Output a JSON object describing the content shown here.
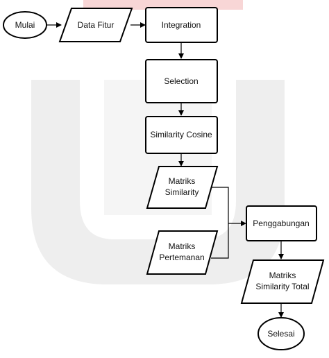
{
  "diagram": {
    "nodes": {
      "mulai": "Mulai",
      "data_fitur": "Data Fitur",
      "integration": "Integration",
      "selection": "Selection",
      "similarity_cosine": "Similarity Cosine",
      "matriks_similarity": [
        "Matriks",
        "Similarity"
      ],
      "matriks_pertemanan": [
        "Matriks",
        "Pertemanan"
      ],
      "penggabungan": "Penggabungan",
      "matriks_similarity_total": [
        "Matriks",
        "Similarity Total"
      ],
      "selesai": "Selesai"
    },
    "colors": {
      "stroke": "#000000",
      "fill": "#ffffff",
      "watermark_gray": "#eeeeee",
      "watermark_red": "#f8d6d6"
    }
  }
}
